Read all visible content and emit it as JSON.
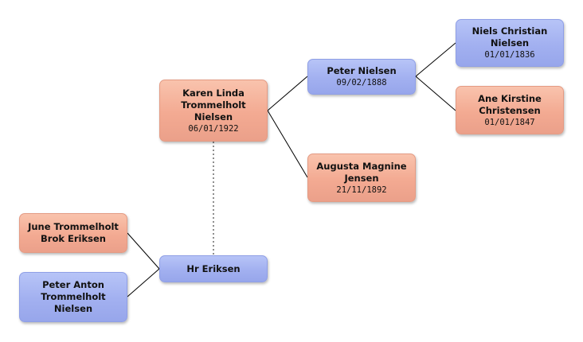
{
  "people": {
    "karen": {
      "lines": [
        "Karen Linda",
        "Trommelholt",
        "Nielsen"
      ],
      "date": "06/01/1922"
    },
    "peter_nielsen": {
      "lines": [
        "Peter Nielsen"
      ],
      "date": "09/02/1888"
    },
    "augusta": {
      "lines": [
        "Augusta Magnine",
        "Jensen"
      ],
      "date": "21/11/1892"
    },
    "niels": {
      "lines": [
        "Niels Christian",
        "Nielsen"
      ],
      "date": "01/01/1836"
    },
    "ane": {
      "lines": [
        "Ane Kirstine",
        "Christensen"
      ],
      "date": "01/01/1847"
    },
    "june": {
      "lines": [
        "June Trommelholt",
        "Brok Eriksen"
      ],
      "date": ""
    },
    "hr_eriksen": {
      "lines": [
        "Hr Eriksen"
      ],
      "date": ""
    },
    "peter_anton": {
      "lines": [
        "Peter Anton",
        "Trommelholt",
        "Nielsen"
      ],
      "date": ""
    }
  },
  "colors": {
    "female_fill": "#f3aa92",
    "male_fill": "#a2b0f0",
    "connector": "#000000"
  }
}
